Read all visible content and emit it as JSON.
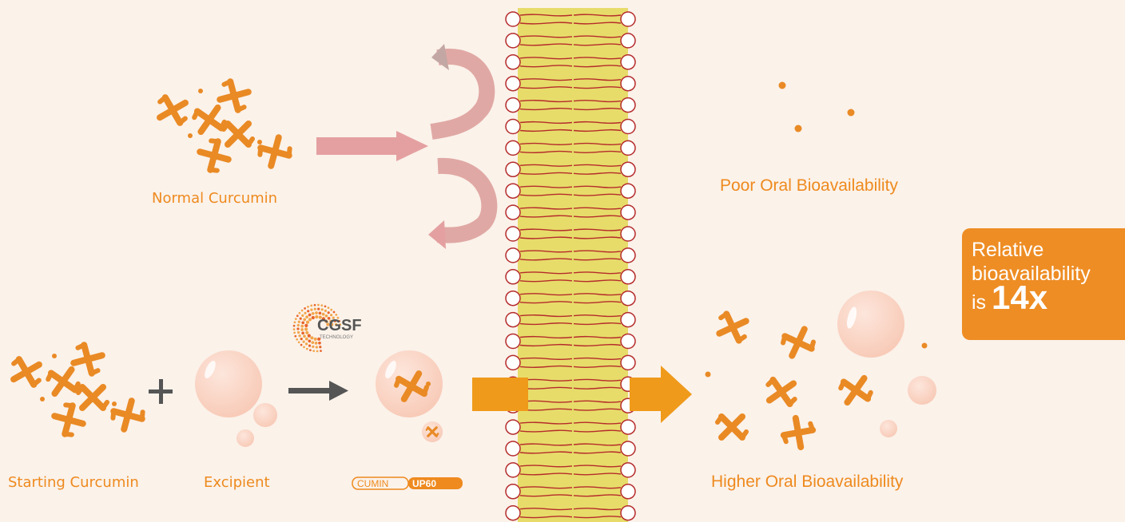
{
  "labels": {
    "normal_curcumin": "Normal Curcumin",
    "poor_bioavailability": "Poor Oral Bioavailability",
    "starting_curcumin": "Starting Curcumin",
    "excipient": "Excipient",
    "higher_bioavailability": "Higher Oral Bioavailability"
  },
  "badge": {
    "line1": "Relative",
    "line2": "bioavailability",
    "line3_prefix": "is",
    "value": "14x"
  },
  "logos": {
    "cgsf": {
      "main": "CGSF",
      "sub": "TECHNOLOGY"
    },
    "product": {
      "part1": "CUMIN",
      "part2": "UP60"
    }
  },
  "operator": "+",
  "colors": {
    "background": "#fbf2ea",
    "accent": "#ee8a1e",
    "molecule": "#e98a25",
    "membrane": "#e7dc6a",
    "lipid_line": "#b52b2b",
    "pink_arrow": "#e4a0a0",
    "mauve_arrow": "#c3a7a4",
    "bubble": "#fbd9cc",
    "badge": "#ee8d24"
  }
}
